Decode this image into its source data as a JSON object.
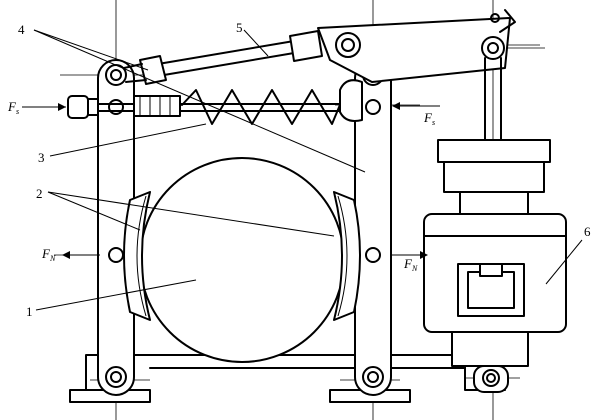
{
  "callouts": {
    "n1": "1",
    "n2": "2",
    "n3": "3",
    "n4": "4",
    "n5": "5",
    "n6": "6"
  },
  "forces": {
    "fs_main": "F",
    "fs_sub": "s",
    "fn_main": "F",
    "fn_sub": "N"
  }
}
